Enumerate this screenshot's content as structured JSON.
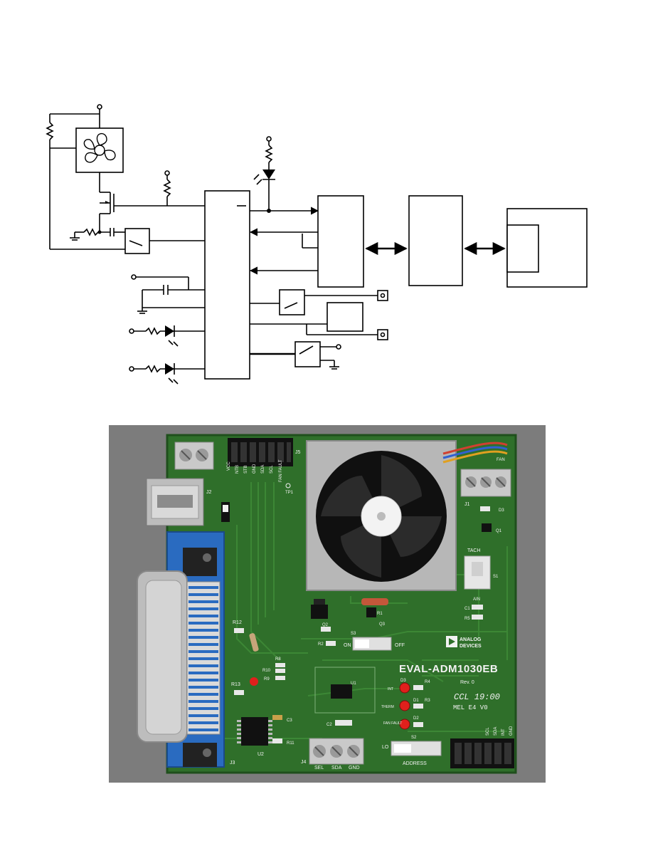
{
  "board": {
    "title": "EVAL-ADM1030EB",
    "revision": "Rev. 0",
    "handwritten": "CCL 19:00",
    "handwritten_2": "MEL E4 V0",
    "brand_line1": "ANALOG",
    "brand_line2": "DEVICES",
    "labels": {
      "fan": "FAN",
      "tach": "TACH",
      "ain": "AIN",
      "on": "ON",
      "off": "OFF",
      "lo": "LO",
      "address": "ADDRESS",
      "sel": "SEL",
      "sda": "SDA",
      "gnd": "GND",
      "therm": "THERM",
      "int": "INT",
      "fan_fault": "FAN FAULT",
      "j1": "J1",
      "j2": "J2",
      "j3": "J3",
      "j4": "J4",
      "j5": "J5",
      "r12": "R12",
      "r13": "R13",
      "r8": "R8",
      "r10": "R10",
      "r9": "R9",
      "r1": "R1",
      "r2": "R2",
      "r3": "R3",
      "r4": "R4",
      "r5": "R5",
      "r11": "R11",
      "q1": "Q1",
      "q2": "Q2",
      "q3": "Q3",
      "d1": "D1",
      "d2": "D2",
      "d3": "D3",
      "c1": "C1",
      "c2": "C2",
      "c3": "C3",
      "s1": "S1",
      "s2": "S2",
      "s3": "S3",
      "u1": "U1",
      "u2": "U2",
      "tp1": "TP1"
    },
    "header_pins": [
      "VCC",
      "NTB",
      "STB",
      "GND",
      "SDA",
      "SCL",
      "FAN FAULT"
    ],
    "right_header_pins": [
      "SCL",
      "SDA",
      "INT",
      "GND"
    ]
  },
  "colors": {
    "board_green": "#2f6f2a",
    "board_dark": "#1f4f1c",
    "silkscreen": "#f2f2f2",
    "connector_blue": "#2a6bc0",
    "led_red": "#e0201c",
    "background": "#7c7c7c"
  }
}
